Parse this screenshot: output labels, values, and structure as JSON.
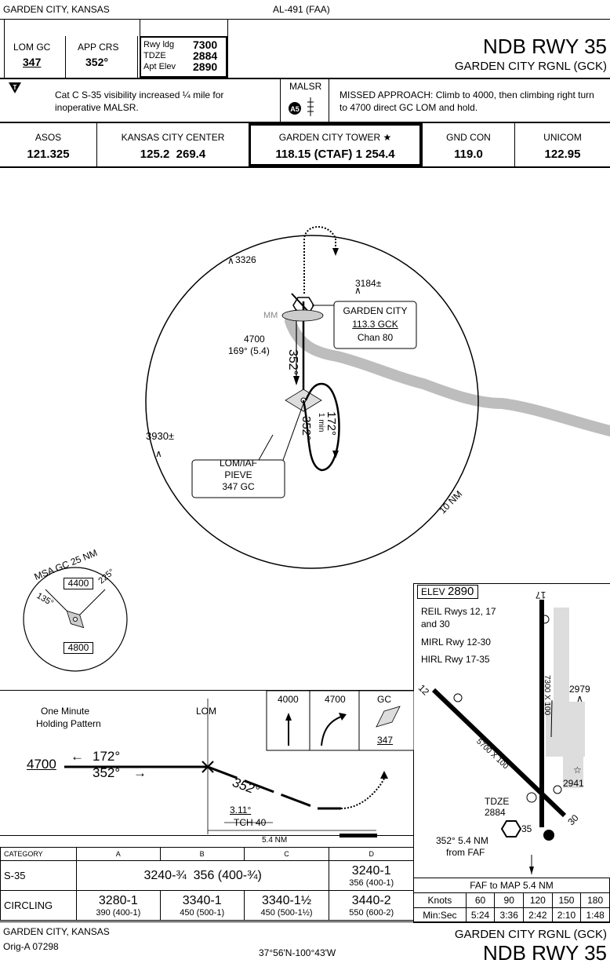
{
  "header": {
    "city_state": "GARDEN CITY, KANSAS",
    "procedure_number": "AL-491 (FAA)",
    "lom_label": "LOM GC",
    "lom_freq": "347",
    "app_crs_label": "APP CRS",
    "app_crs_value": "352°",
    "rwy_ldg_label": "Rwy ldg",
    "rwy_ldg_value": "7300",
    "tdze_label": "TDZE",
    "tdze_value": "2884",
    "apt_elev_label": "Apt Elev",
    "apt_elev_value": "2890",
    "title": "NDB RWY 35",
    "airport": "GARDEN CITY RGNL (GCK)"
  },
  "notes": {
    "briefing_note": "Cat C S-35 visibility increased ¼ mile for inoperative MALSR.",
    "malsr_label": "MALSR",
    "malsr_badge": "A5",
    "missed_approach": "MISSED APPROACH: Climb to 4000, then climbing right turn to 4700 direct GC LOM and hold."
  },
  "comms": [
    {
      "name": "ASOS",
      "freq": "121.325"
    },
    {
      "name": "KANSAS CITY CENTER",
      "freq": "125.2  269.4"
    },
    {
      "name": "GARDEN CITY TOWER ★",
      "freq": "118.15 (CTAF) 1 254.4"
    },
    {
      "name": "GND CON",
      "freq": "119.0"
    },
    {
      "name": "UNICOM",
      "freq": "122.95"
    }
  ],
  "plan": {
    "obst1": "3326",
    "obst2": "3184±",
    "obst3": "3930±",
    "mm": "MM",
    "vor_name": "GARDEN CITY",
    "vor_freq": "113.3 GCK",
    "vor_chan": "Chan 80",
    "alt_4700": "4700",
    "hdg_169": "169° (5.4)",
    "crs_352": "352°",
    "hold_172": "172°",
    "hold_1min": "1 min",
    "hold_352": "352°",
    "lom_iaf": "LOM/IAF",
    "lom_name": "PIEVE",
    "lom_freq": "347 GC",
    "ring_label": "10 NM",
    "msa_label": "MSA GC 25 NM",
    "msa_135": "135°",
    "msa_225": "225°",
    "msa_4400": "4400",
    "msa_4800": "4800"
  },
  "airport_diagram": {
    "elev_label": "ELEV",
    "elev_value": "2890",
    "lighting1": "REIL Rwys 12, 17",
    "lighting2": "and 30",
    "lighting3": "MIRL Rwy 12-30",
    "lighting4": "HIRL Rwy 17-35",
    "rwy17": "17",
    "rwy12": "12",
    "rwy30": "30",
    "rwy35": "35",
    "dim1": "7300 X 100",
    "dim2": "5700 X 100",
    "obst_2979": "2979",
    "obst_2941": "2941",
    "tdze_label": "TDZE",
    "tdze_value": "2884",
    "faf_note1": "352° 5.4 NM",
    "faf_note2": "from FAF"
  },
  "profile": {
    "holding1": "One Minute",
    "holding2": "Holding Pattern",
    "lom": "LOM",
    "alt": "4700",
    "hold_out": "172°",
    "hold_in": "352°",
    "crs": "352°",
    "gs": "3.11°",
    "tch": "TCH 40",
    "dist": "5.4 NM",
    "mi_4000": "4000",
    "mi_4700": "4700",
    "mi_gc": "GC",
    "mi_347": "347"
  },
  "minimums": {
    "headers": [
      "CATEGORY",
      "A",
      "B",
      "C",
      "D"
    ],
    "s35_label": "S-35",
    "s35_abc": "3240-¾  356 (400-¾)",
    "s35_d1": "3240-1",
    "s35_d2": "356 (400-1)",
    "circ_label": "CIRCLING",
    "circ": [
      {
        "main": "3280-1",
        "sub": "390 (400-1)"
      },
      {
        "main": "3340-1",
        "sub": "450 (500-1)"
      },
      {
        "main": "3340-1½",
        "sub": "450 (500-1½)"
      },
      {
        "main": "3440-2",
        "sub": "550 (600-2)"
      }
    ]
  },
  "faf_map": {
    "title": "FAF to MAP  5.4 NM",
    "row1": [
      "Knots",
      "60",
      "90",
      "120",
      "150",
      "180"
    ],
    "row2": [
      "Min:Sec",
      "5:24",
      "3:36",
      "2:42",
      "2:10",
      "1:48"
    ]
  },
  "footer": {
    "city_state": "GARDEN CITY, KANSAS",
    "amendment": "Orig-A  07298",
    "coords": "37°56'N-100°43'W",
    "airport": "GARDEN CITY RGNL (GCK)",
    "title": "NDB RWY 35"
  }
}
